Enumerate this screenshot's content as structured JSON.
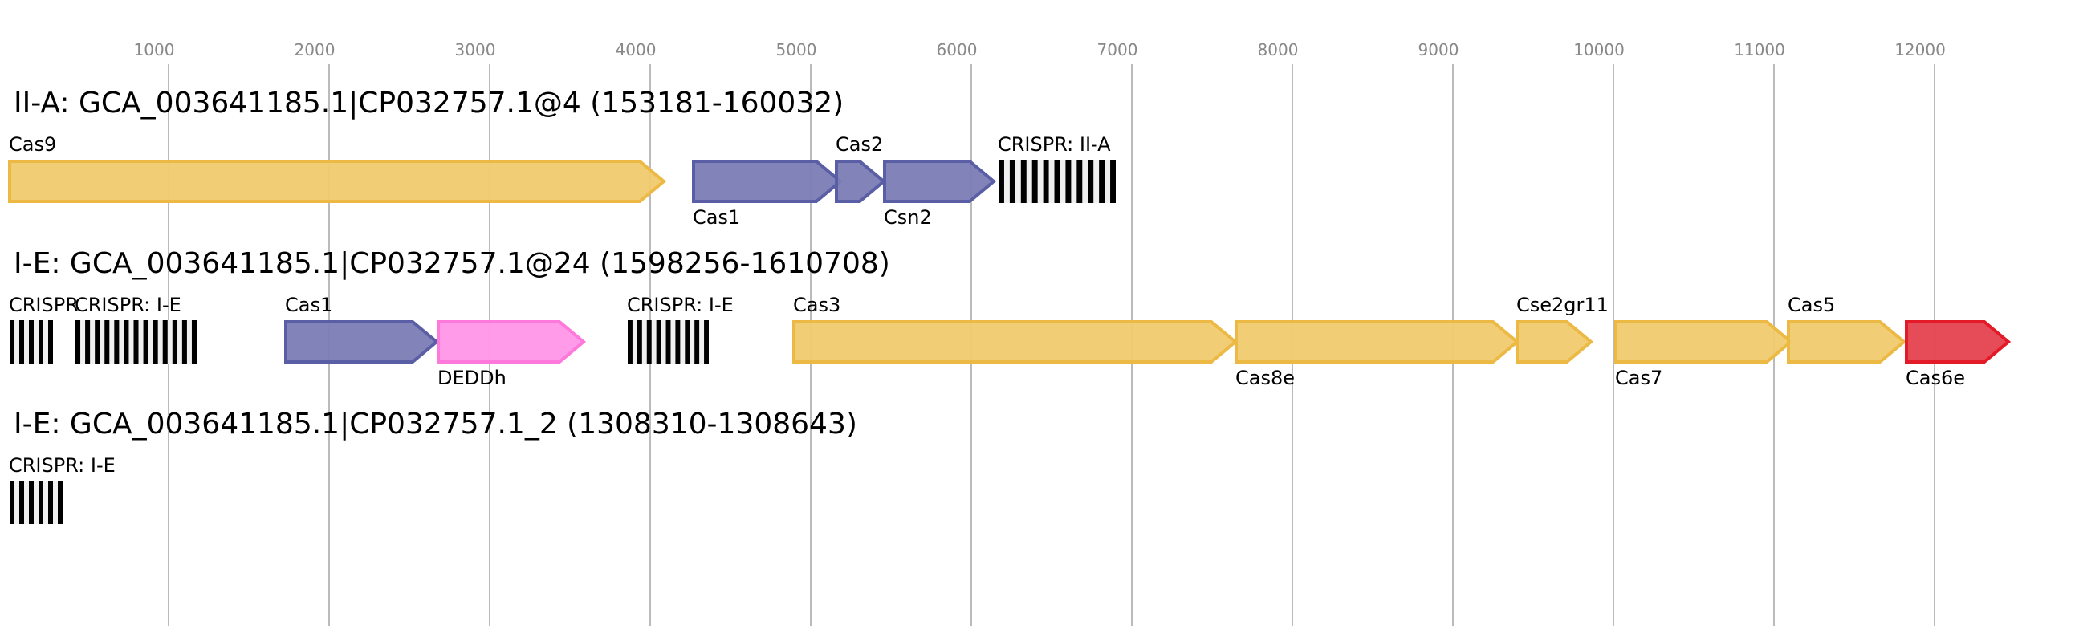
{
  "axis": {
    "ticks": [
      1000,
      2000,
      3000,
      4000,
      5000,
      6000,
      7000,
      8000,
      9000,
      10000,
      11000,
      12000
    ],
    "tick_labels": [
      "1000",
      "2000",
      "3000",
      "4000",
      "5000",
      "6000",
      "7000",
      "8000",
      "9000",
      "10000",
      "11000",
      "12000"
    ],
    "range_bp": [
      0,
      12550
    ]
  },
  "colors": {
    "yellow": {
      "fill": "#f0cb6e",
      "stroke": "#ecb944"
    },
    "blue": {
      "fill": "#7b7db5",
      "stroke": "#5a5ea5"
    },
    "pink": {
      "fill": "#ff96e8",
      "stroke": "#ff78dc"
    },
    "red": {
      "fill": "#e5424f",
      "stroke": "#e31a28"
    },
    "crispr_repeat": "#000000",
    "crispr_spacer": "#f0f0f0"
  },
  "loci": [
    {
      "title": "II-A: GCA_003641185.1|CP032757.1@4 (153181-160032)",
      "features": [
        {
          "type": "gene",
          "name": "Cas9",
          "start": 0,
          "end": 4085,
          "color": "yellow",
          "label_pos": "above"
        },
        {
          "type": "gene",
          "name": "Cas1",
          "start": 4260,
          "end": 5185,
          "color": "blue",
          "label_pos": "below"
        },
        {
          "type": "gene",
          "name": "Cas2",
          "start": 5150,
          "end": 5455,
          "color": "blue",
          "label_pos": "above"
        },
        {
          "type": "gene",
          "name": "Csn2",
          "start": 5450,
          "end": 6140,
          "color": "blue",
          "label_pos": "below"
        },
        {
          "type": "crispr",
          "name": "CRISPR: II-A",
          "start": 6160,
          "end": 6900,
          "repeats": 11,
          "label_pos": "above"
        }
      ]
    },
    {
      "title": "I-E: GCA_003641185.1|CP032757.1@24 (1598256-1610708)",
      "features": [
        {
          "type": "crispr",
          "name": "CRISPR",
          "start": 0,
          "end": 280,
          "repeats": 5,
          "label_pos": "above"
        },
        {
          "type": "crispr",
          "name": "CRISPR: I-E",
          "start": 410,
          "end": 1175,
          "repeats": 13,
          "label_pos": "above"
        },
        {
          "type": "gene",
          "name": "Cas1",
          "start": 1720,
          "end": 2670,
          "color": "blue",
          "label_pos": "above"
        },
        {
          "type": "gene",
          "name": "DEDDh",
          "start": 2670,
          "end": 3585,
          "color": "pink",
          "label_pos": "below"
        },
        {
          "type": "crispr",
          "name": "CRISPR: I-E",
          "start": 3850,
          "end": 4365,
          "repeats": 9,
          "label_pos": "above"
        },
        {
          "type": "gene",
          "name": "Cas3",
          "start": 4885,
          "end": 7645,
          "color": "yellow",
          "label_pos": "above"
        },
        {
          "type": "gene",
          "name": "Cas8e",
          "start": 7640,
          "end": 9400,
          "color": "yellow",
          "label_pos": "below"
        },
        {
          "type": "gene",
          "name": "Cse2gr11",
          "start": 9390,
          "end": 9860,
          "color": "yellow",
          "label_pos": "above"
        },
        {
          "type": "gene",
          "name": "Cas7",
          "start": 10005,
          "end": 11105,
          "color": "yellow",
          "label_pos": "below"
        },
        {
          "type": "gene",
          "name": "Cas5",
          "start": 11080,
          "end": 11810,
          "color": "yellow",
          "label_pos": "above"
        },
        {
          "type": "gene",
          "name": "Cas6e",
          "start": 11815,
          "end": 12460,
          "color": "red",
          "label_pos": "below"
        }
      ]
    },
    {
      "title": "I-E: GCA_003641185.1|CP032757.1_2 (1308310-1308643)",
      "features": [
        {
          "type": "crispr",
          "name": "CRISPR: I-E",
          "start": 0,
          "end": 340,
          "repeats": 6,
          "label_pos": "above"
        }
      ]
    }
  ]
}
